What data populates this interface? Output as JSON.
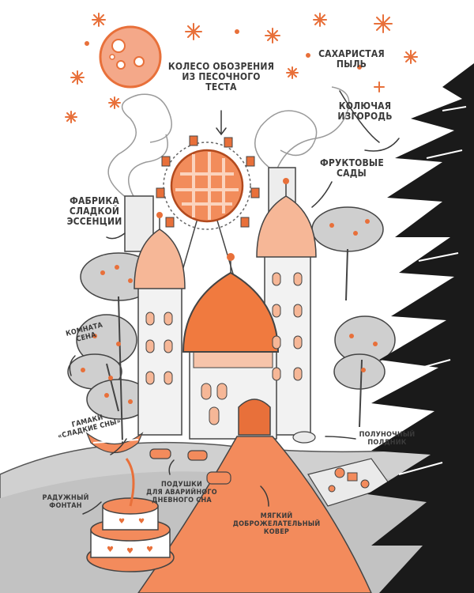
{
  "labels": {
    "ferris_wheel": "Колесо обозрения\nиз песочного\nтеста",
    "sugar_dust": "Сахаристая\nпыль",
    "prickly_hedge": "Колючая\nизгородь",
    "fruit_gardens": "Фруктовые\nсады",
    "sweet_factory": "Фабрика\nсладкой\nэссенции",
    "hay_room": "Комната\nсена",
    "hammocks": "Гамаки\n«Сладкие сны»",
    "midnight_snack": "Полуночный\nполдник",
    "pillows": "Подушки\nдля аварийного\nдневного сна",
    "rainbow_fountain": "Радужный\nфонтан",
    "carpet": "Мягкий\nдоброжелательный\nковер"
  },
  "colors": {
    "accent": "#e8703a",
    "peach": "#f2a482",
    "ink": "#2b2b2b",
    "grey": "#b9b9b9",
    "light_grey": "#d9d9d9"
  }
}
